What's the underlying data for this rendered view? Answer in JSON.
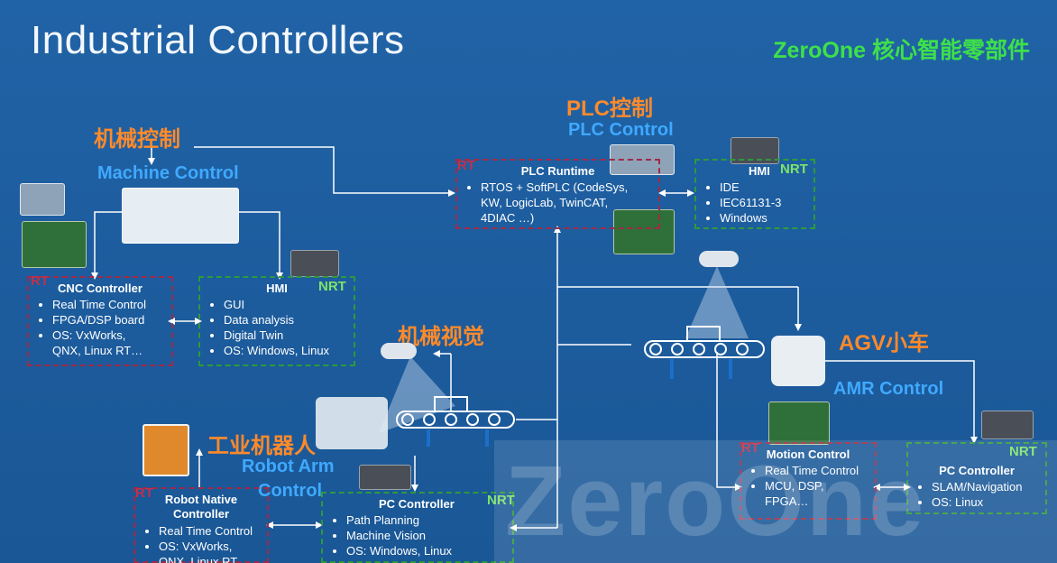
{
  "title": "Industrial Controllers",
  "brand": "ZeroOne 核心智能零部件",
  "sections": {
    "machine": {
      "cn": "机械控制",
      "en": "Machine Control"
    },
    "plc": {
      "cn": "PLC控制",
      "en": "PLC Control"
    },
    "vision": {
      "cn": "机械视觉"
    },
    "agv": {
      "cn": "AGV小车",
      "en": "AMR Control"
    },
    "robot": {
      "cn": "工业机器人",
      "en_line1": "Robot Arm",
      "en_line2": "Control"
    }
  },
  "tags": {
    "rt": "RT",
    "nrt": "NRT"
  },
  "boxes": {
    "cnc": {
      "title": "CNC Controller",
      "items": [
        "Real Time Control",
        "FPGA/DSP board",
        "OS: VxWorks,",
        "QNX, Linux RT…"
      ]
    },
    "hmi_machine": {
      "title": "HMI",
      "items": [
        "GUI",
        "Data analysis",
        "Digital Twin",
        "OS: Windows, Linux"
      ]
    },
    "plc_runtime": {
      "title": "PLC Runtime",
      "items": [
        "RTOS + SoftPLC (CodeSys,",
        "KW, LogicLab, TwinCAT,",
        "4DIAC …)"
      ]
    },
    "hmi_plc": {
      "title": "HMI",
      "items": [
        "IDE",
        "IEC61131-3",
        "Windows"
      ]
    },
    "robot_native": {
      "title_line1": "Robot Native",
      "title_line2": "Controller",
      "items": [
        "Real Time Control",
        "OS: VxWorks,",
        "QNX, Linux RT…"
      ]
    },
    "pc_robot": {
      "title": "PC Controller",
      "items": [
        "Path Planning",
        "Machine Vision",
        "OS: Windows, Linux"
      ]
    },
    "motion": {
      "title": "Motion Control",
      "items": [
        "Real Time Control",
        "MCU, DSP,",
        "FPGA…"
      ]
    },
    "pc_amr": {
      "title": "PC Controller",
      "items": [
        "SLAM/Navigation",
        "OS: Linux"
      ]
    }
  },
  "watermark": "ZeroOne",
  "colors": {
    "background": "#1f5fa0",
    "rt_border": "#a12a47",
    "nrt_border": "#2e9a3a",
    "cn_label": "#ff8a2a",
    "en_label": "#40a9ff",
    "brand": "#3ee04a"
  }
}
